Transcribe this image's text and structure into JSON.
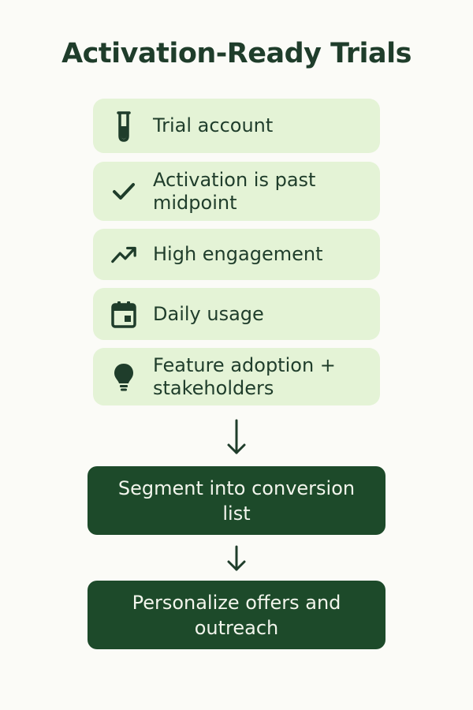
{
  "title": "Activation-Ready Trials",
  "criteria": [
    {
      "label": "Trial account",
      "icon": "test-tube-icon"
    },
    {
      "label": "Activation is past midpoint",
      "icon": "checkmark-icon"
    },
    {
      "label": "High engagement",
      "icon": "trending-up-icon"
    },
    {
      "label": "Daily usage",
      "icon": "calendar-icon"
    },
    {
      "label": "Feature adoption + stakeholders",
      "icon": "lightbulb-icon"
    }
  ],
  "steps": [
    {
      "label": "Segment into conversion list"
    },
    {
      "label": "Personalize offers and outreach"
    }
  ],
  "colors": {
    "background": "#fbfbf7",
    "criteria_box": "#e4f3d6",
    "action_box": "#1d4a2a",
    "text_dark": "#1f3d2b",
    "text_light": "#f2f5ec"
  }
}
